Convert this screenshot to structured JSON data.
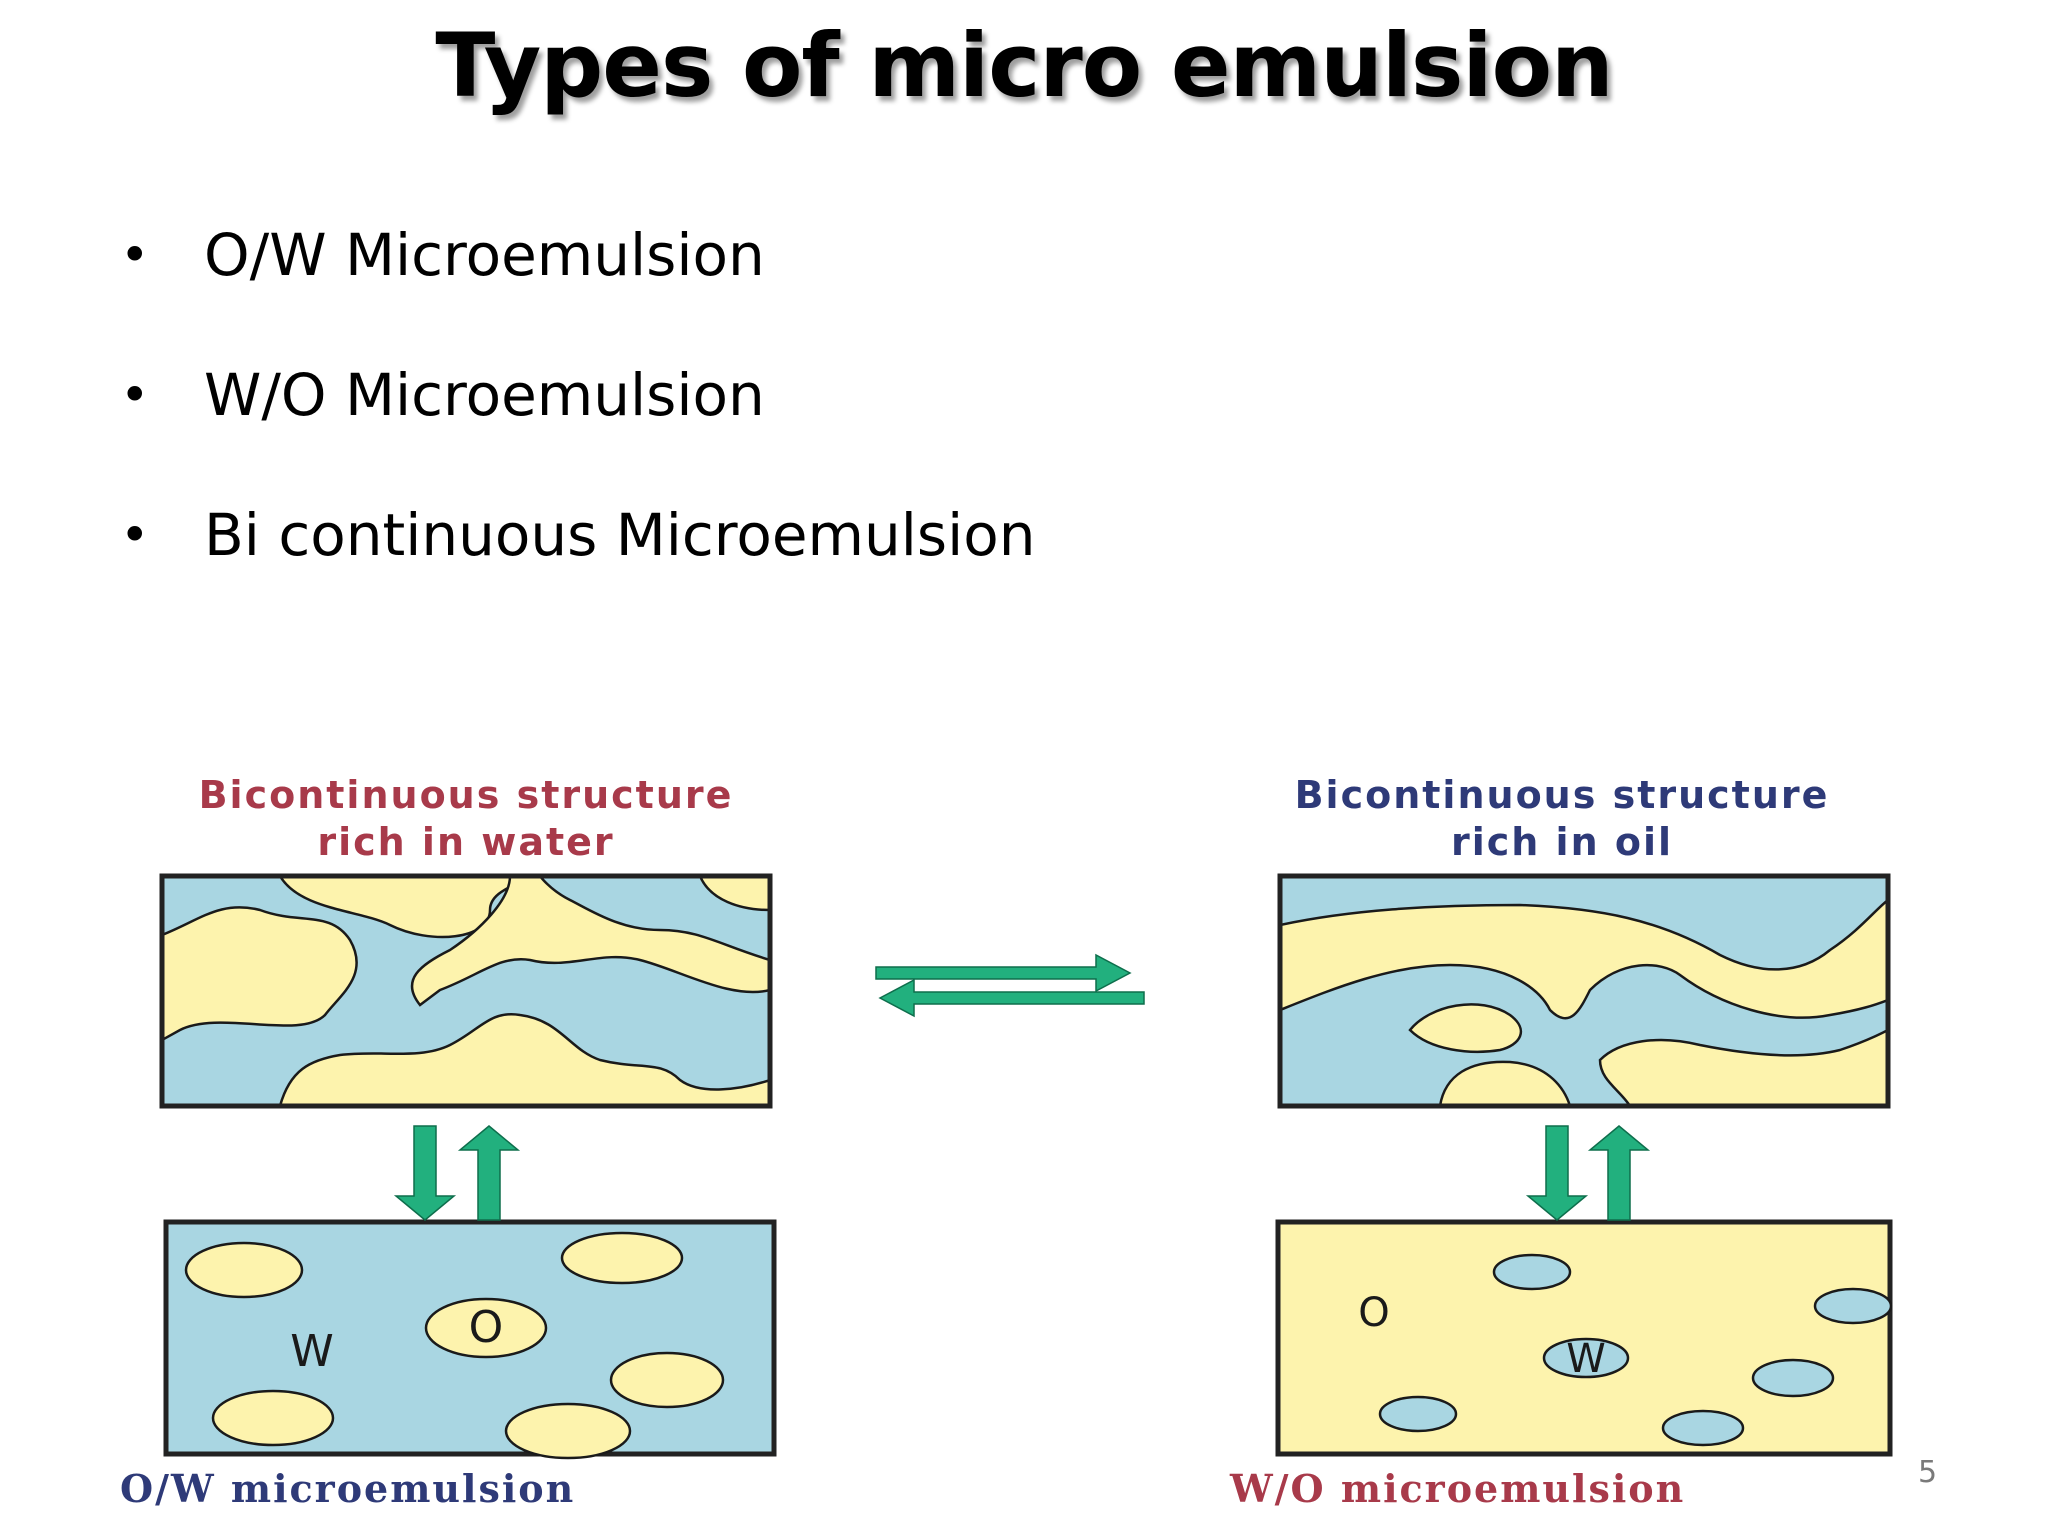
{
  "slide": {
    "title": "Types of micro emulsion",
    "bullets": [
      "O/W Microemulsion",
      "W/O Microemulsion",
      "Bi continuous Microemulsion"
    ],
    "page_number": "5"
  },
  "figure": {
    "top_left_caption_line1": "Bicontinuous structure",
    "top_left_caption_line2": "rich in water",
    "top_right_caption_line1": "Bicontinuous structure",
    "top_right_caption_line2": "rich in oil",
    "bottom_left_caption": "O/W microemulsion",
    "bottom_right_caption": "W/O microemulsion",
    "ow_box_label_water": "W",
    "ow_box_label_oil": "O",
    "wo_box_label_oil": "O",
    "wo_box_label_water": "W"
  },
  "colors": {
    "water_blue": "#a9d6e2",
    "oil_yellow": "#fdf3ad",
    "arrow_green": "#22b07e",
    "caption_red": "#a83a4a",
    "caption_navy": "#2e3a78"
  }
}
